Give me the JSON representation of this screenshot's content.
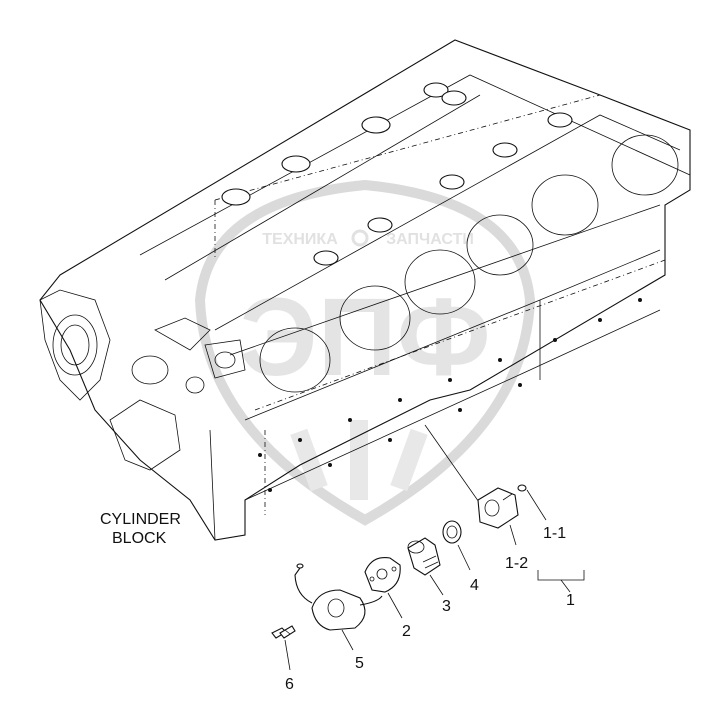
{
  "diagram": {
    "block_label_line1": "CYLINDER",
    "block_label_line2": "BLOCK",
    "callouts": {
      "c1": "1",
      "c1_1": "1-1",
      "c1_2": "1-2",
      "c2": "2",
      "c3": "3",
      "c4": "4",
      "c5": "5",
      "c6": "6"
    }
  },
  "watermark": {
    "text_left": "ТЕХНИКА",
    "text_right": "ЗАПЧАСТИ",
    "logo_letters": "ЭПФ"
  }
}
